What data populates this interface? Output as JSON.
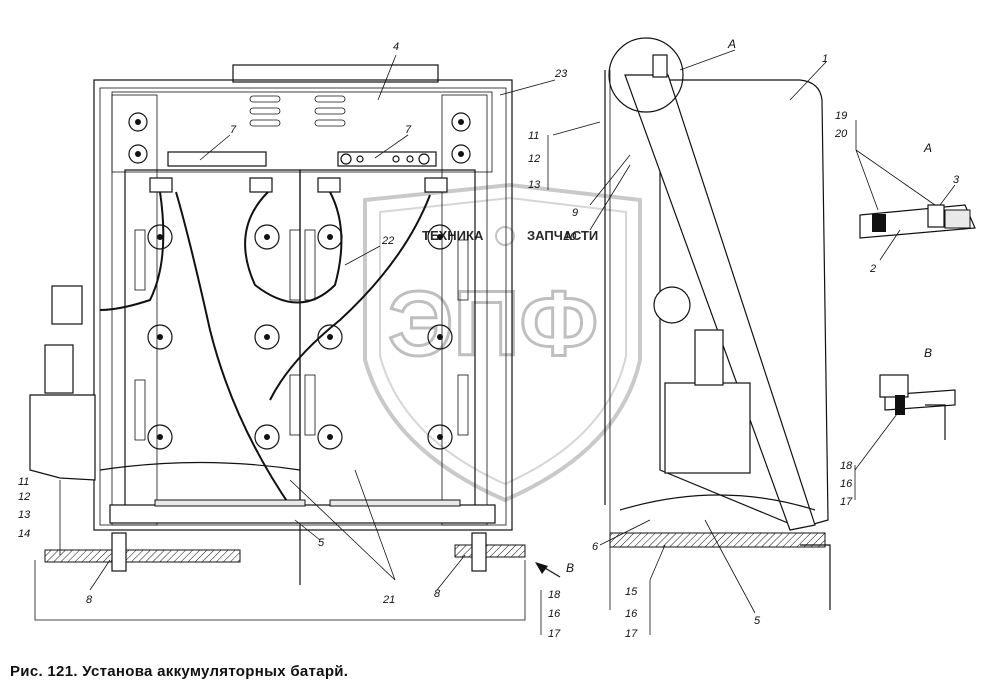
{
  "caption": "Рис. 121. Установа аккумуляторных батарй.",
  "watermark": {
    "letters": "ЭПФ",
    "left_text": "ТЕХНИКА",
    "right_text": "ЗАПЧАСТИ"
  },
  "callouts": {
    "c1": "1",
    "c2": "2",
    "c3": "3",
    "c4": "4",
    "c5a": "5",
    "c5b": "5",
    "c6": "6",
    "c7a": "7",
    "c7b": "7",
    "c8a": "8",
    "c8b": "8",
    "c9": "9",
    "c10": "10",
    "c11a": "11",
    "c11b": "11",
    "c12a": "12",
    "c12b": "12",
    "c13a": "13",
    "c13b": "13",
    "c14": "14",
    "c15": "15",
    "c16a": "16",
    "c16b": "16",
    "c16c": "16",
    "c17a": "17",
    "c17b": "17",
    "c17c": "17",
    "c18a": "18",
    "c18b": "18",
    "c19": "19",
    "c20": "20",
    "c21": "21",
    "c22": "22",
    "c23": "23",
    "viewA_top": "A",
    "viewA_detail": "A",
    "viewB_arrow": "B",
    "viewB_detail": "B"
  }
}
